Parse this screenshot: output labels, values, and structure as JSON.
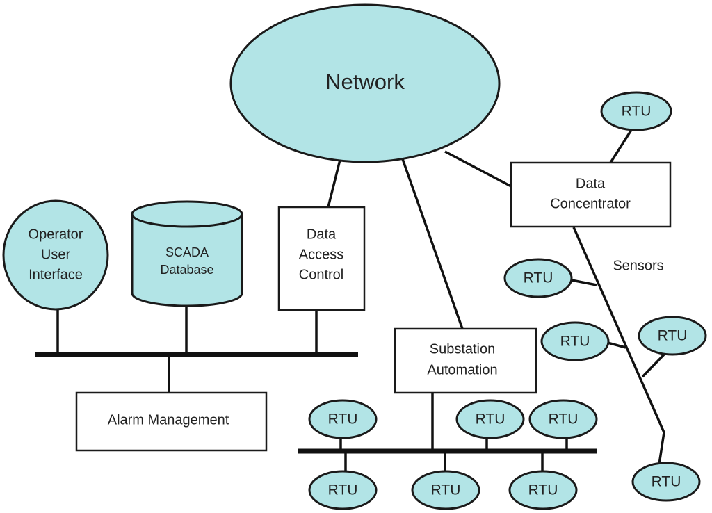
{
  "network": "Network",
  "operator": [
    "Operator",
    "User",
    "Interface"
  ],
  "database": [
    "SCADA",
    "Database"
  ],
  "data_access": [
    "Data",
    "Access",
    "Control"
  ],
  "data_concentrator": [
    "Data",
    "Concentrator"
  ],
  "substation": [
    "Substation",
    "Automation"
  ],
  "alarm": "Alarm Management",
  "sensors": "Sensors",
  "rtu": "RTU",
  "colors": {
    "node_fill": "#b2e4e6",
    "line": "#111111"
  }
}
